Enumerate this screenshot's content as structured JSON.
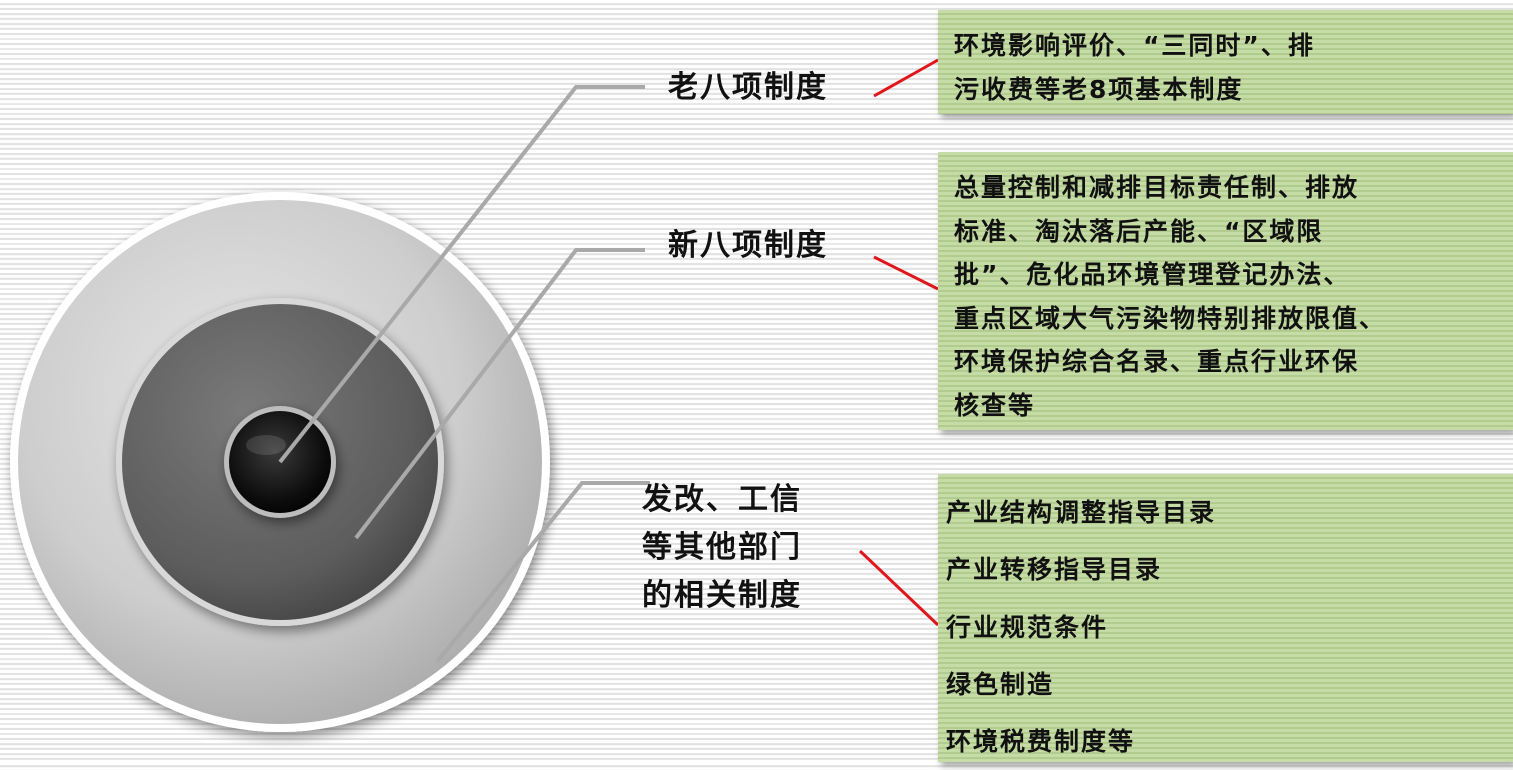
{
  "layers": {
    "old_eight": {
      "label": "老八项制度",
      "box_lines": [
        "环境影响评价、“三同时”、排",
        "污收费等老8项基本制度"
      ]
    },
    "new_eight": {
      "label": "新八项制度",
      "box_lines": [
        "总量控制和减排目标责任制、排放",
        "标准、淘汰落后产能、“区域限",
        "批”、危化品环境管理登记办法、",
        "重点区域大气污染物特别排放限值、",
        "环境保护综合名录、重点行业环保",
        "核查等"
      ]
    },
    "other_departments": {
      "label_lines": [
        "发改、工信",
        "等其他部门",
        "的相关制度"
      ],
      "box_items": [
        "产业结构调整指导目录",
        "产业转移指导目录",
        "行业规范条件",
        "绿色制造",
        "环境税费制度等"
      ]
    }
  },
  "colors": {
    "connector_red": "#e0161c",
    "box_green": "#bcd49a",
    "leader_grey": "#a9a9a9"
  }
}
